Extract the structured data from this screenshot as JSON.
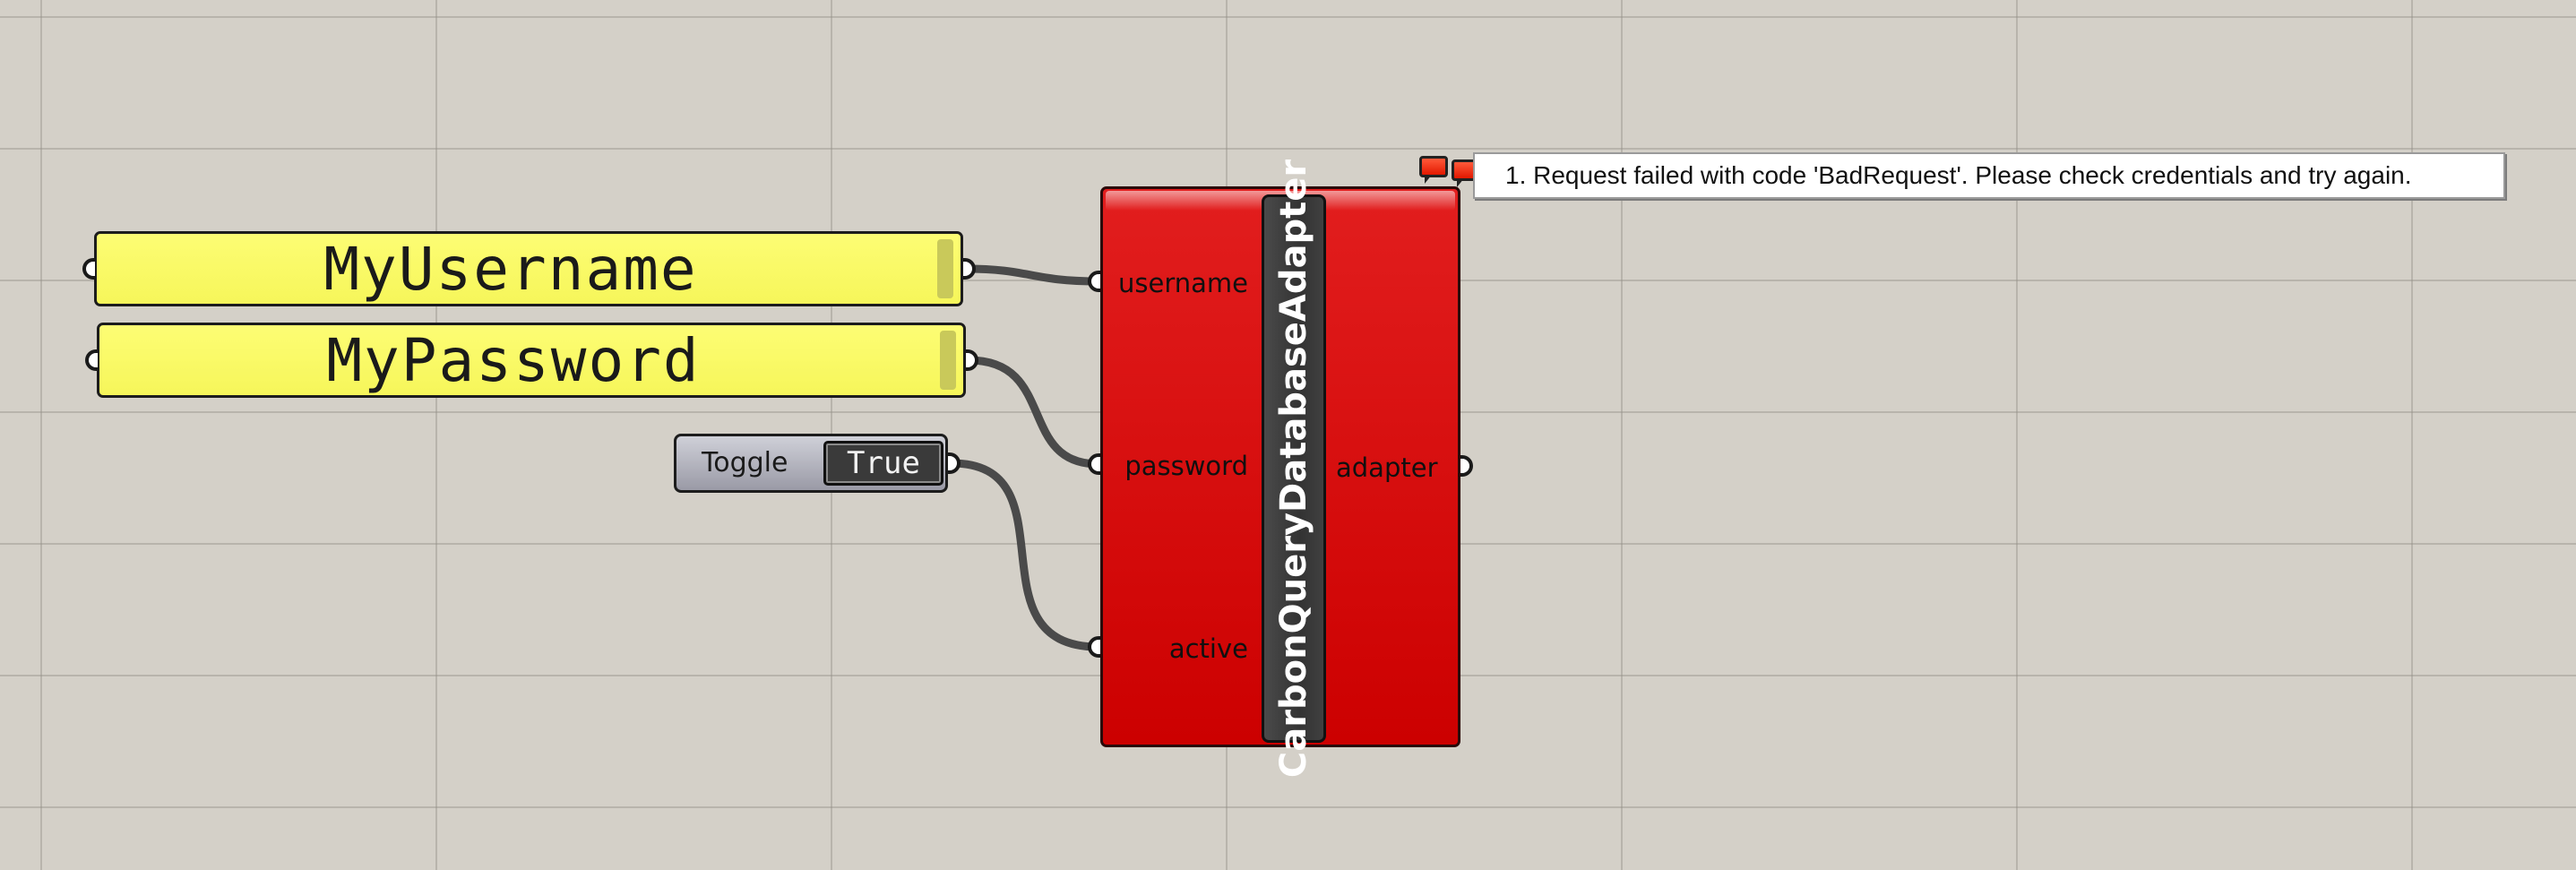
{
  "panels": [
    {
      "text": "MyUsername"
    },
    {
      "text": "MyPassword"
    }
  ],
  "toggle": {
    "label": "Toggle",
    "value": "True"
  },
  "component": {
    "name": "CarbonQueryDatabaseAdapter",
    "inputs": [
      "username",
      "password",
      "active"
    ],
    "outputs": [
      "adapter"
    ],
    "color": "#d40a0a"
  },
  "error": {
    "message": "1. Request failed with code 'BadRequest'. Please check credentials and try again."
  }
}
